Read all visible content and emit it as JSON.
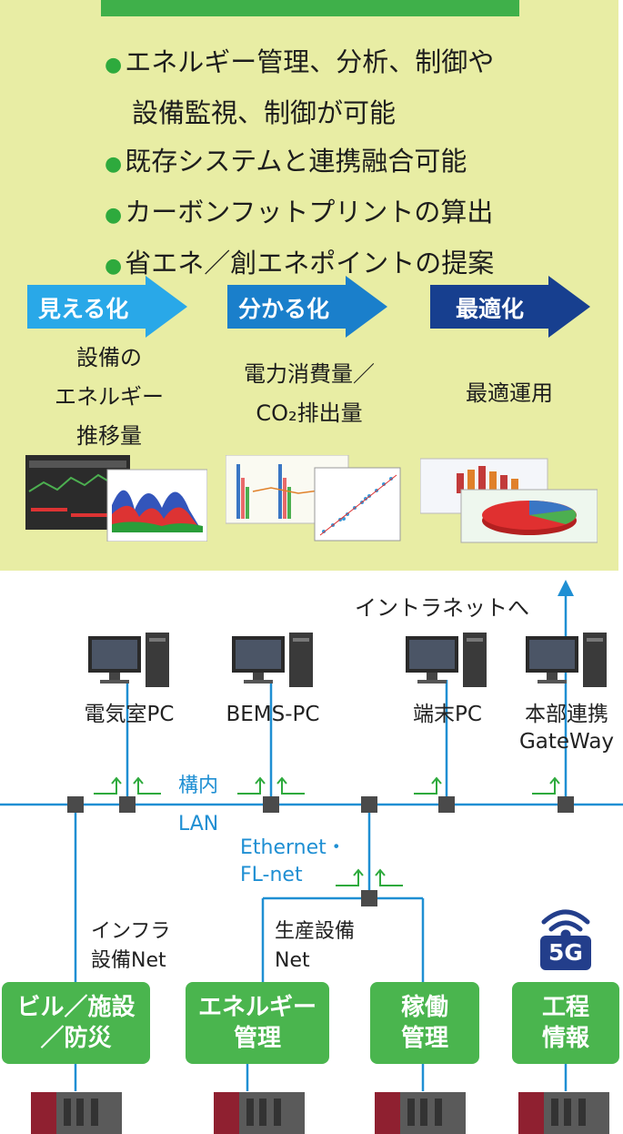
{
  "features": [
    {
      "text": "エネルギー管理、分析、制御や",
      "continuation": false
    },
    {
      "text": "設備監視、制御が可能",
      "continuation": true
    },
    {
      "text": "既存システムと連携融合可能",
      "continuation": false
    },
    {
      "text": "カーボンフットプリントの算出",
      "continuation": false
    },
    {
      "text": "省エネ／創エネポイントの提案",
      "continuation": false
    }
  ],
  "bullet_glyph": "●",
  "stages": [
    {
      "label": "見える化",
      "color": "#29a8e8",
      "desc": [
        "設備の",
        "エネルギー",
        "推移量"
      ]
    },
    {
      "label": "分かる化",
      "color": "#1a7fcb",
      "desc": [
        "電力消費量／",
        "CO₂排出量"
      ]
    },
    {
      "label": "最適化",
      "color": "#173f8f",
      "desc": [
        "最適運用"
      ]
    }
  ],
  "network": {
    "intranet_label": "イントラネットへ",
    "pcs": [
      {
        "label": [
          "電気室PC"
        ]
      },
      {
        "label": [
          "BEMS-PC"
        ]
      },
      {
        "label": [
          "端末PC"
        ]
      },
      {
        "label": [
          "本部連携",
          "GateWay"
        ]
      }
    ],
    "lan_label": [
      "構内",
      "LAN"
    ],
    "ethernet_label": [
      "Ethernet・",
      "FL-net"
    ],
    "infra_net_label": [
      "インフラ",
      "設備Net"
    ],
    "production_net_label": [
      "生産設備",
      "Net"
    ],
    "badge_5g": "5G"
  },
  "systems": [
    {
      "label": [
        "ビル／施設",
        "／防災"
      ]
    },
    {
      "label": [
        "エネルギー",
        "管理"
      ]
    },
    {
      "label": [
        "稼働",
        "管理"
      ]
    },
    {
      "label": [
        "工程",
        "情報"
      ]
    }
  ],
  "colors": {
    "panel": "#e8eda4",
    "green": "#4ab54e",
    "line_blue": "#1f8fd3",
    "node": "#4a4a4a"
  }
}
